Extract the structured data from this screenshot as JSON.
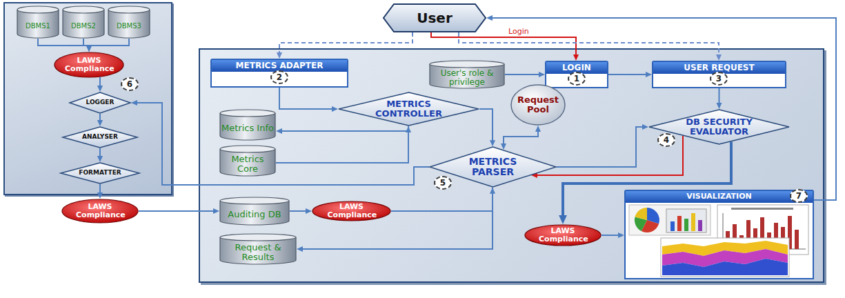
{
  "diagram": {
    "nodes": [
      {
        "text": [
          "User"
        ]
      },
      {
        "text": [
          "DBMS1"
        ]
      },
      {
        "text": [
          "DBMS2"
        ]
      },
      {
        "text": [
          "DBMS3"
        ]
      },
      {
        "text": [
          "LAWS Compliance"
        ]
      },
      {
        "text": [
          "LOGGER"
        ]
      },
      {
        "text": [
          "ANALYSER"
        ]
      },
      {
        "text": [
          "FORMATTER"
        ]
      },
      {
        "text": [
          "LAWS Compliance"
        ]
      },
      {
        "text": [
          "METRICS ADAPTER"
        ]
      },
      {
        "text": [
          "User's role & privilege"
        ]
      },
      {
        "text": [
          "LOGIN"
        ]
      },
      {
        "text": [
          "USER REQUEST"
        ]
      },
      {
        "text": [
          "METRICS CONTROLLER"
        ]
      },
      {
        "text": [
          "Request Pool"
        ]
      },
      {
        "text": [
          "DB SECURITY EVALUATOR"
        ]
      },
      {
        "text": [
          "Metrics Info"
        ]
      },
      {
        "text": [
          "Metrics Core"
        ]
      },
      {
        "text": [
          "METRICS PARSER"
        ]
      },
      {
        "text": [
          "Auditing DB"
        ]
      },
      {
        "text": [
          "LAWS Compliance"
        ]
      },
      {
        "text": [
          "Request & Results"
        ]
      },
      {
        "text": [
          "VISUALIZATION"
        ]
      },
      {
        "text": [
          "LAWS Compliance"
        ]
      }
    ],
    "edges": [
      {
        "from": 0,
        "to": 11,
        "arrow": "to",
        "label": "Login"
      },
      {
        "from": 0,
        "to": 9,
        "arrow": "to"
      },
      {
        "from": 0,
        "to": 12,
        "arrow": "to"
      },
      {
        "from": 1,
        "to": 4,
        "arrow": "to"
      },
      {
        "from": 2,
        "to": 4,
        "arrow": "to"
      },
      {
        "from": 3,
        "to": 4,
        "arrow": "to"
      },
      {
        "from": 4,
        "to": 5,
        "arrow": "to"
      },
      {
        "from": 5,
        "to": 6,
        "arrow": "to"
      },
      {
        "from": 6,
        "to": 7,
        "arrow": "to"
      },
      {
        "from": 7,
        "to": 8,
        "arrow": "to"
      },
      {
        "from": 8,
        "to": 19,
        "arrow": "to"
      },
      {
        "from": 19,
        "to": 20,
        "arrow": "to"
      },
      {
        "from": 20,
        "to": 18,
        "arrow": "to"
      },
      {
        "from": 18,
        "to": 21,
        "arrow": "to"
      },
      {
        "from": 10,
        "to": 11,
        "arrow": "to"
      },
      {
        "from": 11,
        "to": 12,
        "arrow": "to"
      },
      {
        "from": 12,
        "to": 15,
        "arrow": "to"
      },
      {
        "from": 9,
        "to": 13,
        "arrow": "to"
      },
      {
        "from": 13,
        "to": 16,
        "arrow": "to"
      },
      {
        "from": 17,
        "to": 13,
        "arrow": "to"
      },
      {
        "from": 13,
        "to": 18,
        "arrow": "to"
      },
      {
        "from": 14,
        "to": 18,
        "arrow": "both"
      },
      {
        "from": 18,
        "to": 15,
        "arrow": "to"
      },
      {
        "from": 15,
        "to": 18,
        "arrow": "to"
      },
      {
        "from": 18,
        "to": 5,
        "arrow": "to"
      },
      {
        "from": 15,
        "to": 23,
        "arrow": "to"
      },
      {
        "from": 23,
        "to": 22,
        "arrow": "to"
      },
      {
        "from": 22,
        "to": 0,
        "arrow": "to"
      }
    ],
    "labels": [
      "6",
      "2",
      "1",
      "3",
      "4",
      "5",
      "7"
    ]
  }
}
